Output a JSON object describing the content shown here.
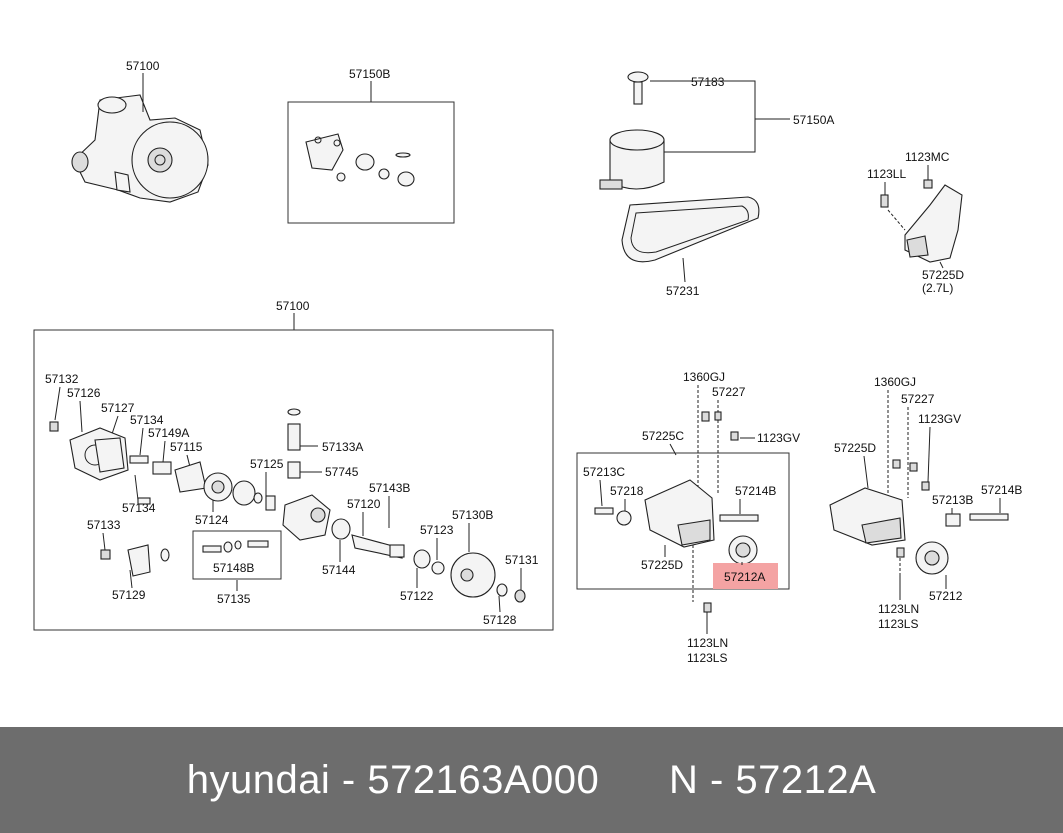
{
  "labels": {
    "pump_top": "57100",
    "gasket_kit": "57150B",
    "cap": "57183",
    "reservoir_assy": "57150A",
    "belt": "57231",
    "bolt_mc": "1123MC",
    "bolt_ll": "1123LL",
    "bracket_d_top": "57225D",
    "bracket_d_top_note": "(2.7L)",
    "exploded_assy": "57100",
    "p57132": "57132",
    "p57126": "57126",
    "p57127": "57127",
    "p57134a": "57134",
    "p57149a": "57149A",
    "p57115": "57115",
    "p57133a": "57133A",
    "p57125": "57125",
    "p57745": "57745",
    "p57143b": "57143B",
    "p57120": "57120",
    "p57130b": "57130B",
    "p57123": "57123",
    "p57134b": "57134",
    "p57124": "57124",
    "p57133": "57133",
    "p57148b": "57148B",
    "p57135": "57135",
    "p57129": "57129",
    "p57144": "57144",
    "p57122": "57122",
    "p57131": "57131",
    "p57128": "57128",
    "m_1360gj": "1360GJ",
    "m_57227": "57227",
    "m_57225c": "57225C",
    "m_1123gv": "1123GV",
    "m_57213c": "57213C",
    "m_57218": "57218",
    "m_57214b": "57214B",
    "m_57225d": "57225D",
    "m_57212a": "57212A",
    "m_1123ln": "1123LN",
    "m_1123ls": "1123LS",
    "r_1360gj": "1360GJ",
    "r_57227": "57227",
    "r_57225d": "57225D",
    "r_1123gv": "1123GV",
    "r_57213b": "57213B",
    "r_57214b": "57214B",
    "r_1123ln": "1123LN",
    "r_1123ls": "1123LS",
    "r_57212": "57212"
  },
  "highlight_color": "#f4a3a3",
  "footer": {
    "text": "hyundai - 572163A000      N - 57212A"
  }
}
